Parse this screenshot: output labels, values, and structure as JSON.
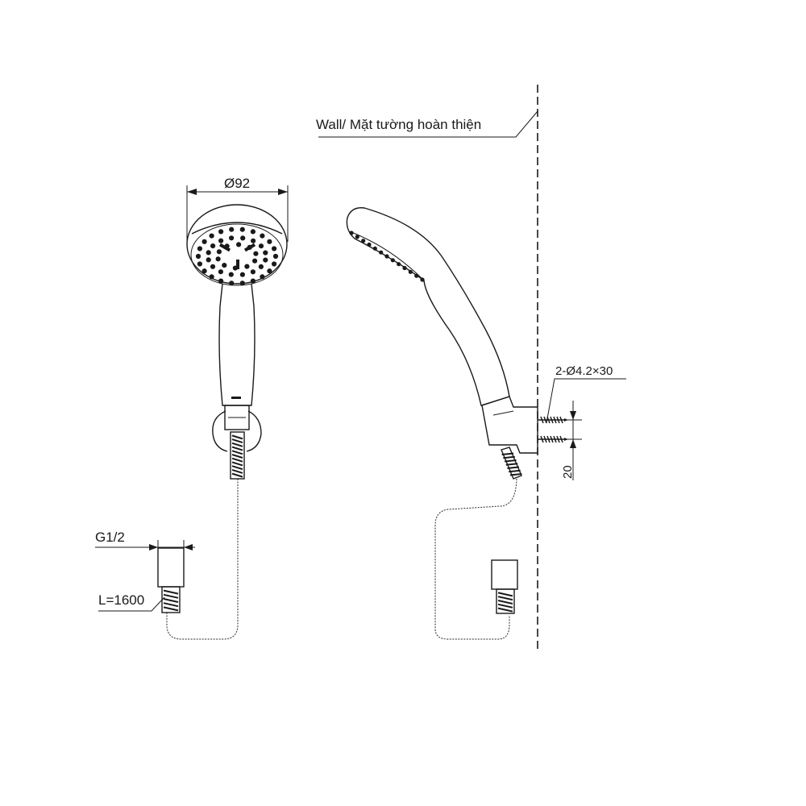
{
  "labels": {
    "wall": "Wall/ Mặt tường hoàn thiện",
    "diameter": "Ø92",
    "screw_spec": "2-Ø4.2×30",
    "spacing": "20",
    "thread": "G1/2",
    "hose_length": "L=1600"
  },
  "colors": {
    "line": "#1a1a1a",
    "background": "#ffffff"
  }
}
